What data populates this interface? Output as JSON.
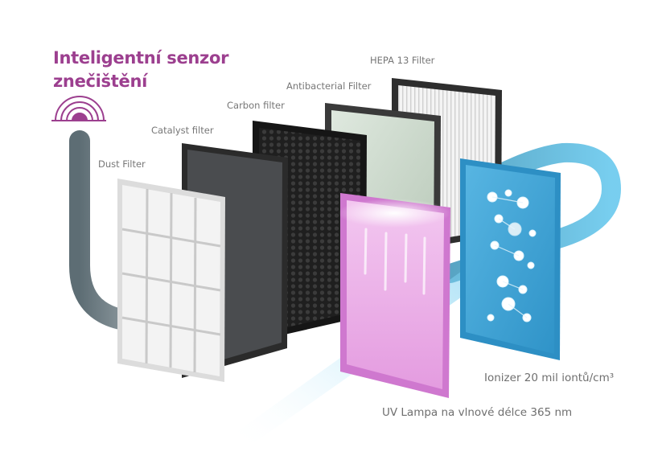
{
  "sensor": {
    "line1": "Inteligentní senzor",
    "line2": "znečištění",
    "icon": "pollution-sensor-icon",
    "color": "#9c3f8f"
  },
  "filters": [
    {
      "id": "dust",
      "label": "Dust Filter"
    },
    {
      "id": "catalyst",
      "label": "Catalyst filter"
    },
    {
      "id": "carbon",
      "label": "Carbon filter"
    },
    {
      "id": "antibacterial",
      "label": "Antibacterial Filter"
    },
    {
      "id": "hepa",
      "label": "HEPA 13 Filter"
    }
  ],
  "uv_lamp": {
    "label": "UV Lampa na vlnové délce 365 nm",
    "color": "#e7a3e2"
  },
  "ionizer": {
    "label": "Ionizer 20 mil iontů/cm³",
    "color": "#3d9fd1"
  },
  "colors": {
    "airflow_dark": "#36525e",
    "airflow_light": "#5ec4ec",
    "text": "#777777"
  }
}
